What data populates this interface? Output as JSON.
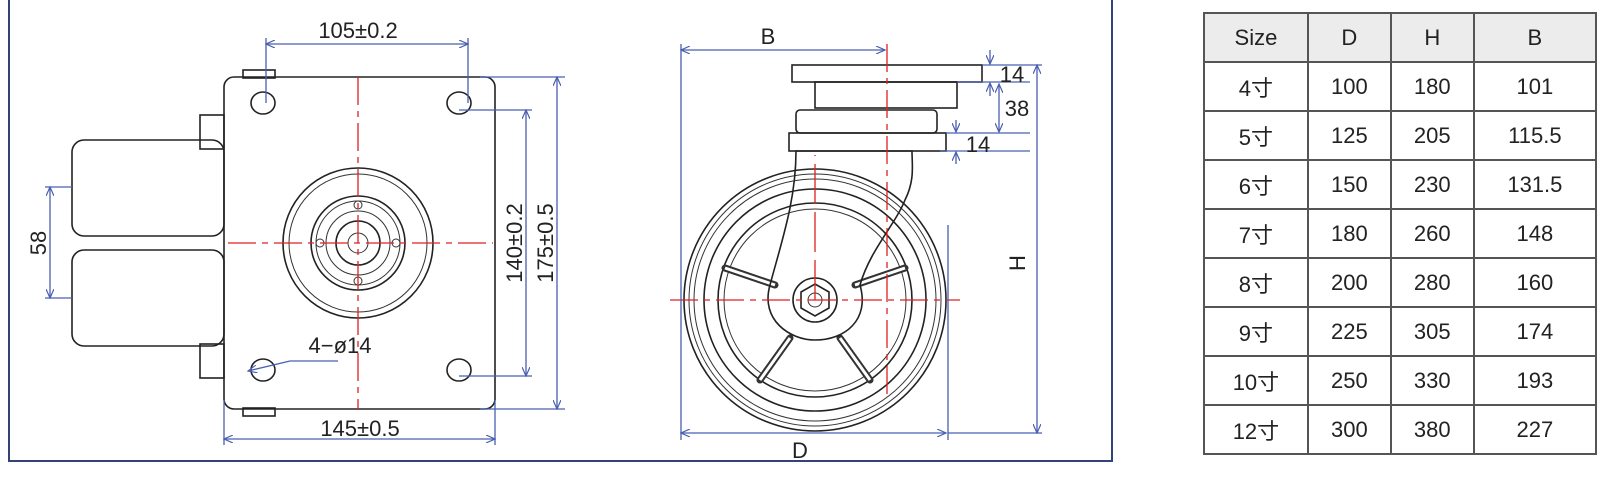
{
  "top_view": {
    "dim_hole_spacing_x": "105±0.2",
    "dim_hole_spacing_y": "140±0.2",
    "dim_plate_height": "175±0.5",
    "dim_plate_width": "145±0.5",
    "dim_wheel_width": "58",
    "dim_holes": "4−ø14"
  },
  "side_view": {
    "dim_b": "B",
    "dim_d": "D",
    "dim_h": "H",
    "dim_plate_thickness": "14",
    "dim_swivel_height": "38",
    "dim_lower_plate": "14"
  },
  "colors": {
    "dimension": "#4a5fb0",
    "centerline": "#e02020",
    "frame": "#34427a"
  },
  "table": {
    "headers": [
      "Size",
      "D",
      "H",
      "B"
    ],
    "rows": [
      [
        "4寸",
        "100",
        "180",
        "101"
      ],
      [
        "5寸",
        "125",
        "205",
        "115.5"
      ],
      [
        "6寸",
        "150",
        "230",
        "131.5"
      ],
      [
        "7寸",
        "180",
        "260",
        "148"
      ],
      [
        "8寸",
        "200",
        "280",
        "160"
      ],
      [
        "9寸",
        "225",
        "305",
        "174"
      ],
      [
        "10寸",
        "250",
        "330",
        "193"
      ],
      [
        "12寸",
        "300",
        "380",
        "227"
      ]
    ]
  }
}
